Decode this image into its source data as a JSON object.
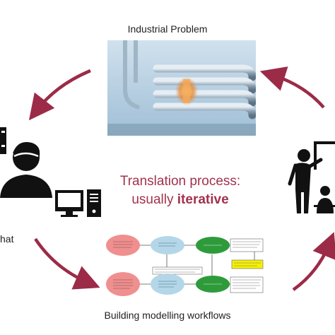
{
  "colors": {
    "accent": "#a3324d",
    "arrow": "#9c2b47",
    "red_node": "#f08f8f",
    "blue_node": "#b3d7e8",
    "green_node": "#2e9b3a",
    "yellow_node": "#f5f000"
  },
  "diagram": {
    "top_label": "Industrial Problem",
    "bottom_label": "Building modelling workflows",
    "center_line1": "Translation process:",
    "center_line2_prefix": "usually ",
    "center_line2_emphasis": "iterative",
    "left_label": "hat"
  },
  "icons": [
    "person-at-computer-icon",
    "presenter-at-board-icon",
    "cycle-arrow-icon"
  ]
}
